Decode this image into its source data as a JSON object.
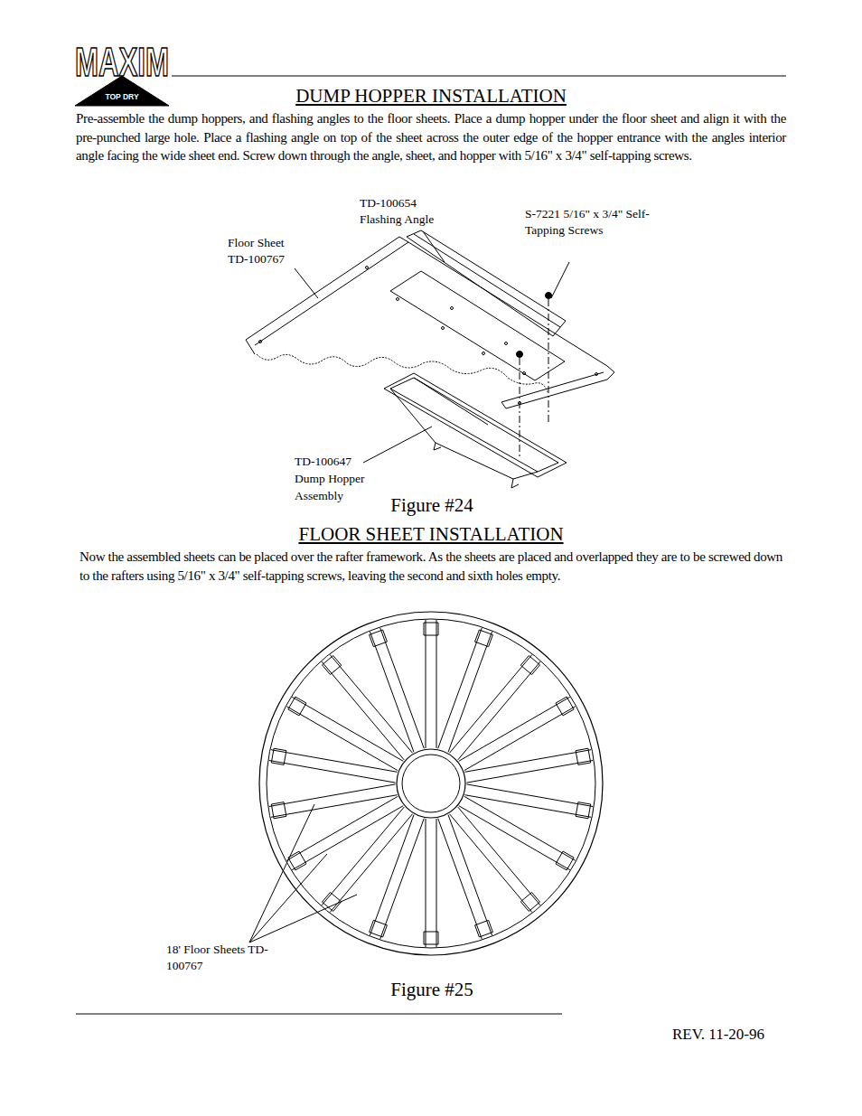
{
  "diagram": {
    "title": "DUMP HOPPER INSTALLATION",
    "labels": [
      "MAXIM",
      "TOP DRY",
      "Pre-assemble the dump hoppers, and flashing angles to the floor sheets. Place a dump hopper under the floor sheet and align it with the pre-punched large hole. Place a flashing angle on top of the sheet across the outer edge of the hopper entrance with the angles interior angle facing the wide sheet end. Screw down through the angle, sheet, and hopper with 5/16\" x 3/4\" self-tapping screws.",
      "TD-100654 Flashing Angle",
      "S-7221 5/16\" x 3/4\" Self-Tapping Screws",
      "Floor Sheet TD-100767",
      "TD-100647 Dump Hopper Assembly",
      "Figure #24",
      "FLOOR SHEET INSTALLATION",
      "Now the assembled sheets can be placed over the rafter framework. As the sheets are placed and overlapped they are to be screwed down to the rafters using 5/16\" x 3/4\" self-tapping screws, leaving the second and sixth holes empty.",
      "18' Floor Sheets TD-100767",
      "Figure #25",
      "REV. 11-20-96"
    ]
  }
}
